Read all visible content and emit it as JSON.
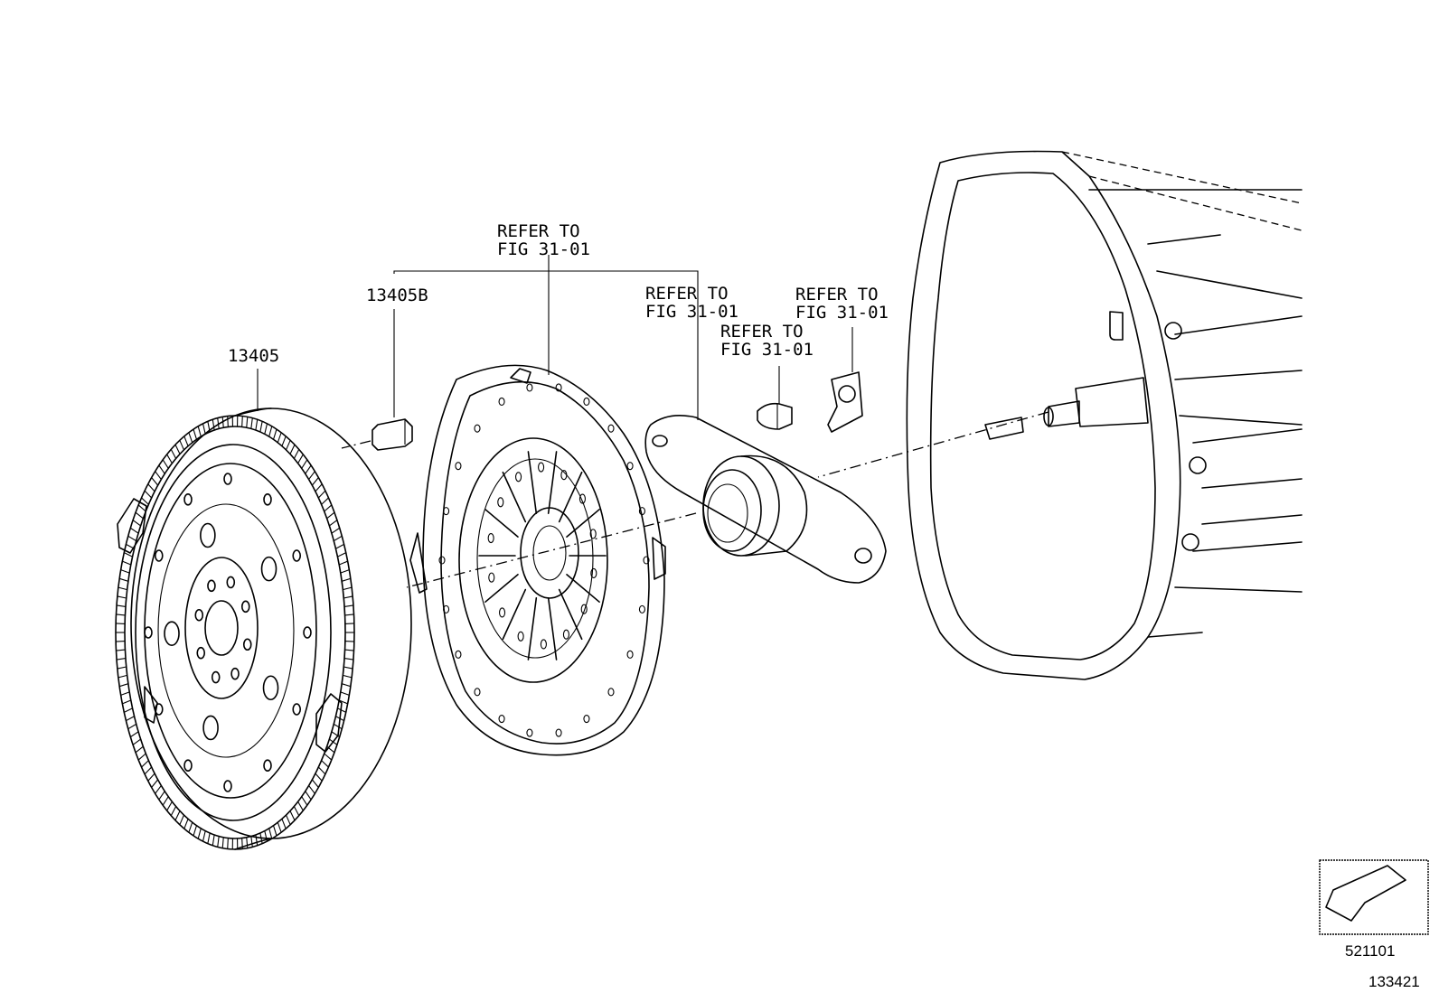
{
  "labels": {
    "flywheel": "13405",
    "flywheel_bolt": "13405B",
    "refer_1": "REFER TO\nFIG 31-01",
    "refer_2": "REFER TO\nFIG 31-01",
    "refer_3": "REFER TO\nFIG 31-01",
    "refer_4": "REFER TO\nFIG 31-01"
  },
  "refer_lines": {
    "line1": "REFER TO",
    "line2": "FIG 31-01"
  },
  "corner": {
    "group_code": "521101",
    "illustration_code": "133421"
  },
  "colors": {
    "ink": "#000000",
    "paper": "#ffffff"
  }
}
